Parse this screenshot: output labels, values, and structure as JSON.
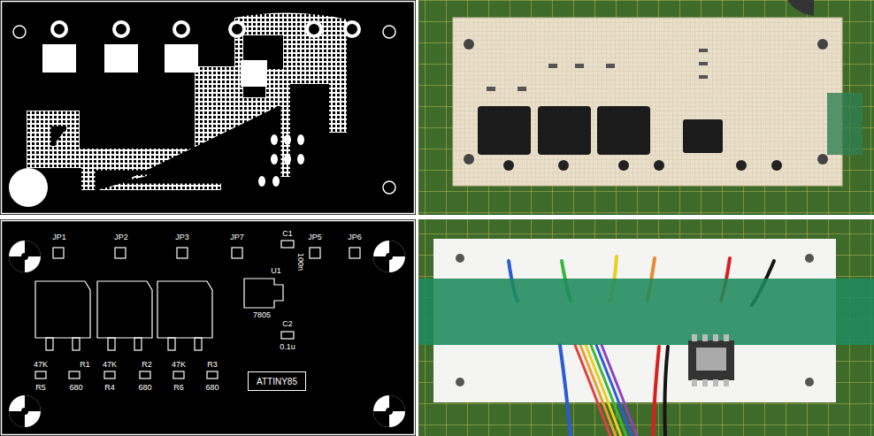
{
  "diagram": {
    "nodes": [
      {
        "text": [
          "ATTINY85"
        ]
      }
    ],
    "labels": [
      "JP1",
      "JP2",
      "JP3",
      "JP7",
      "C1",
      "100n",
      "JP5",
      "JP6",
      "U1",
      "7805",
      "C2",
      "0.1u",
      "47K",
      "R1",
      "47K",
      "R2",
      "47K",
      "R3",
      "R5",
      "680",
      "R4",
      "680",
      "R6",
      "680"
    ]
  }
}
